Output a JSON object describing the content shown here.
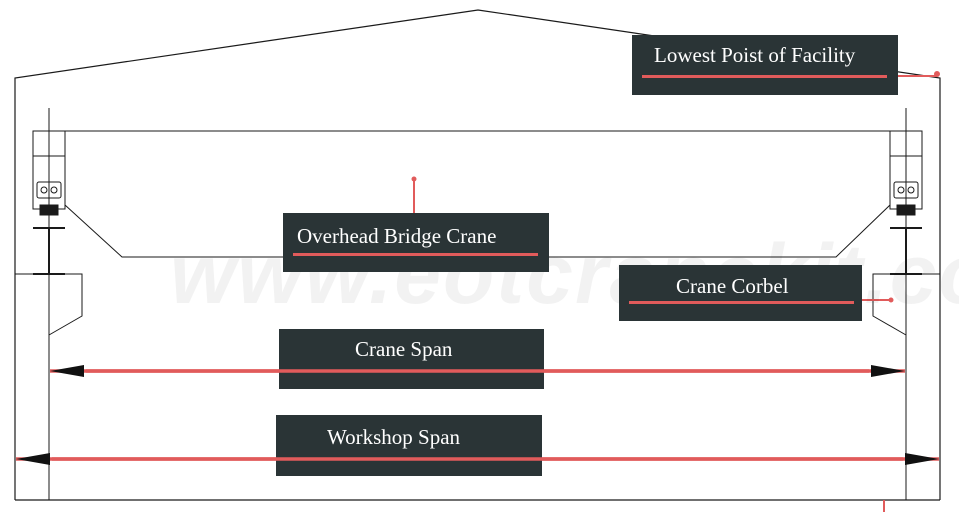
{
  "labels": {
    "lowest_point": "Lowest Poist of Facility",
    "overhead_crane": "Overhead Bridge Crane",
    "crane_corbel": "Crane Corbel",
    "crane_span": "Crane Span",
    "workshop_span": "Workshop Span"
  },
  "watermark": "www.eotcranekit.com",
  "colors": {
    "label_background": "#2a3436",
    "label_text": "#ffffff",
    "accent_red": "#e15b5b",
    "line": "#1a1a1a"
  }
}
